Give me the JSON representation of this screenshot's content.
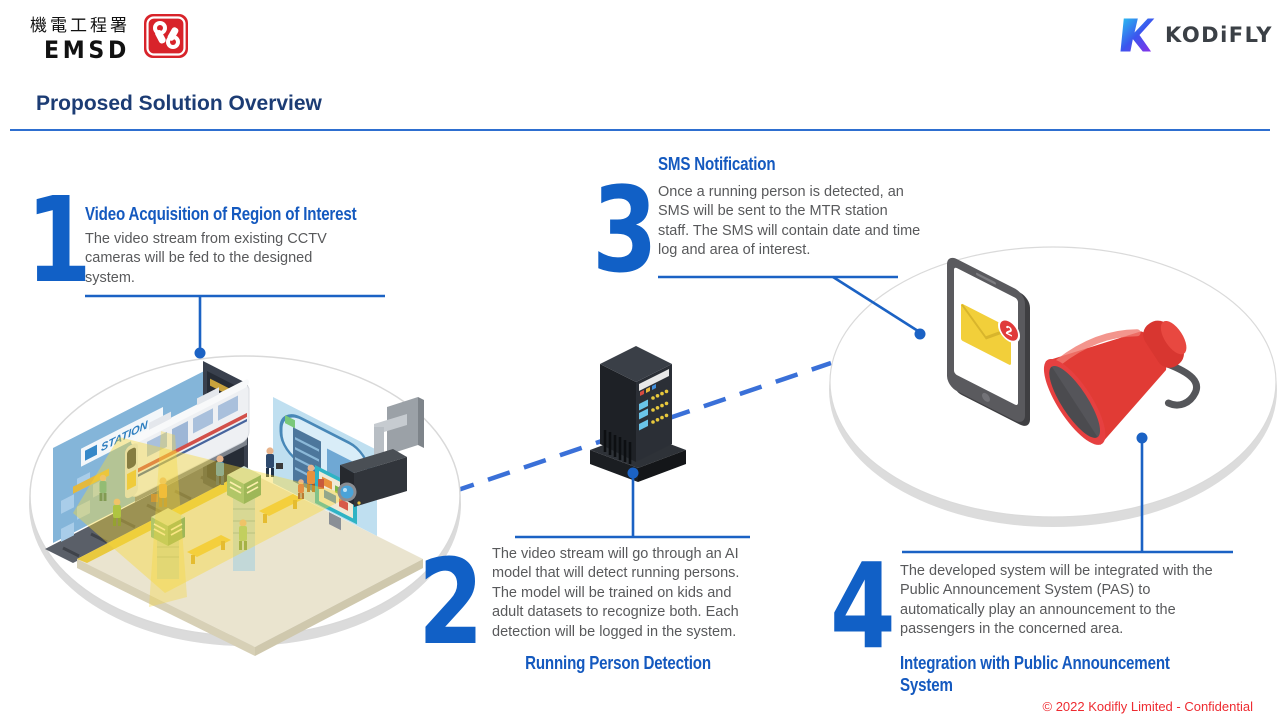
{
  "header": {
    "emsd": {
      "cjk_name": "機電工程署",
      "latin_name": "EMSD"
    },
    "kodifly": {
      "name": "KODiFLY"
    }
  },
  "title": "Proposed Solution Overview",
  "steps": [
    {
      "number": "1",
      "heading": "Video Acquisition of Region of Interest",
      "body": "The video stream from existing CCTV\ncameras will be fed to the designed\nsystem."
    },
    {
      "number": "2",
      "heading": "Running Person Detection",
      "body": "The video stream will go through an AI\nmodel that will detect running persons.\nThe model will be trained on kids and\nadult datasets to recognize both. Each\ndetection will be logged in the system."
    },
    {
      "number": "3",
      "heading": "SMS Notification",
      "body": "Once a running person is detected, an\nSMS will be sent to the MTR station\nstaff. The SMS will contain date and time\nlog and area of interest."
    },
    {
      "number": "4",
      "heading": "Integration with Public Announcement\nSystem",
      "body": "The developed system will be integrated with the\nPublic Announcement System (PAS) to\nautomatically play an announcement to the\npassengers in the concerned area."
    }
  ],
  "illustrations": {
    "station_sign": "STATION",
    "sms_badge_count": "2"
  },
  "footer": {
    "copyright": "© 2022 Kodifly Limited - Confidential"
  },
  "colors": {
    "accent_blue": "#1160c6",
    "heading_blue": "#1459bf",
    "title_navy": "#1c3c74",
    "connector_blue": "#1b62c4",
    "dashed_blue": "#3a70d8",
    "footer_red": "#ee2b31",
    "emsd_red": "#d8232a",
    "megaphone_red": "#e13b35",
    "envelope_yellow": "#f2cf3a"
  }
}
